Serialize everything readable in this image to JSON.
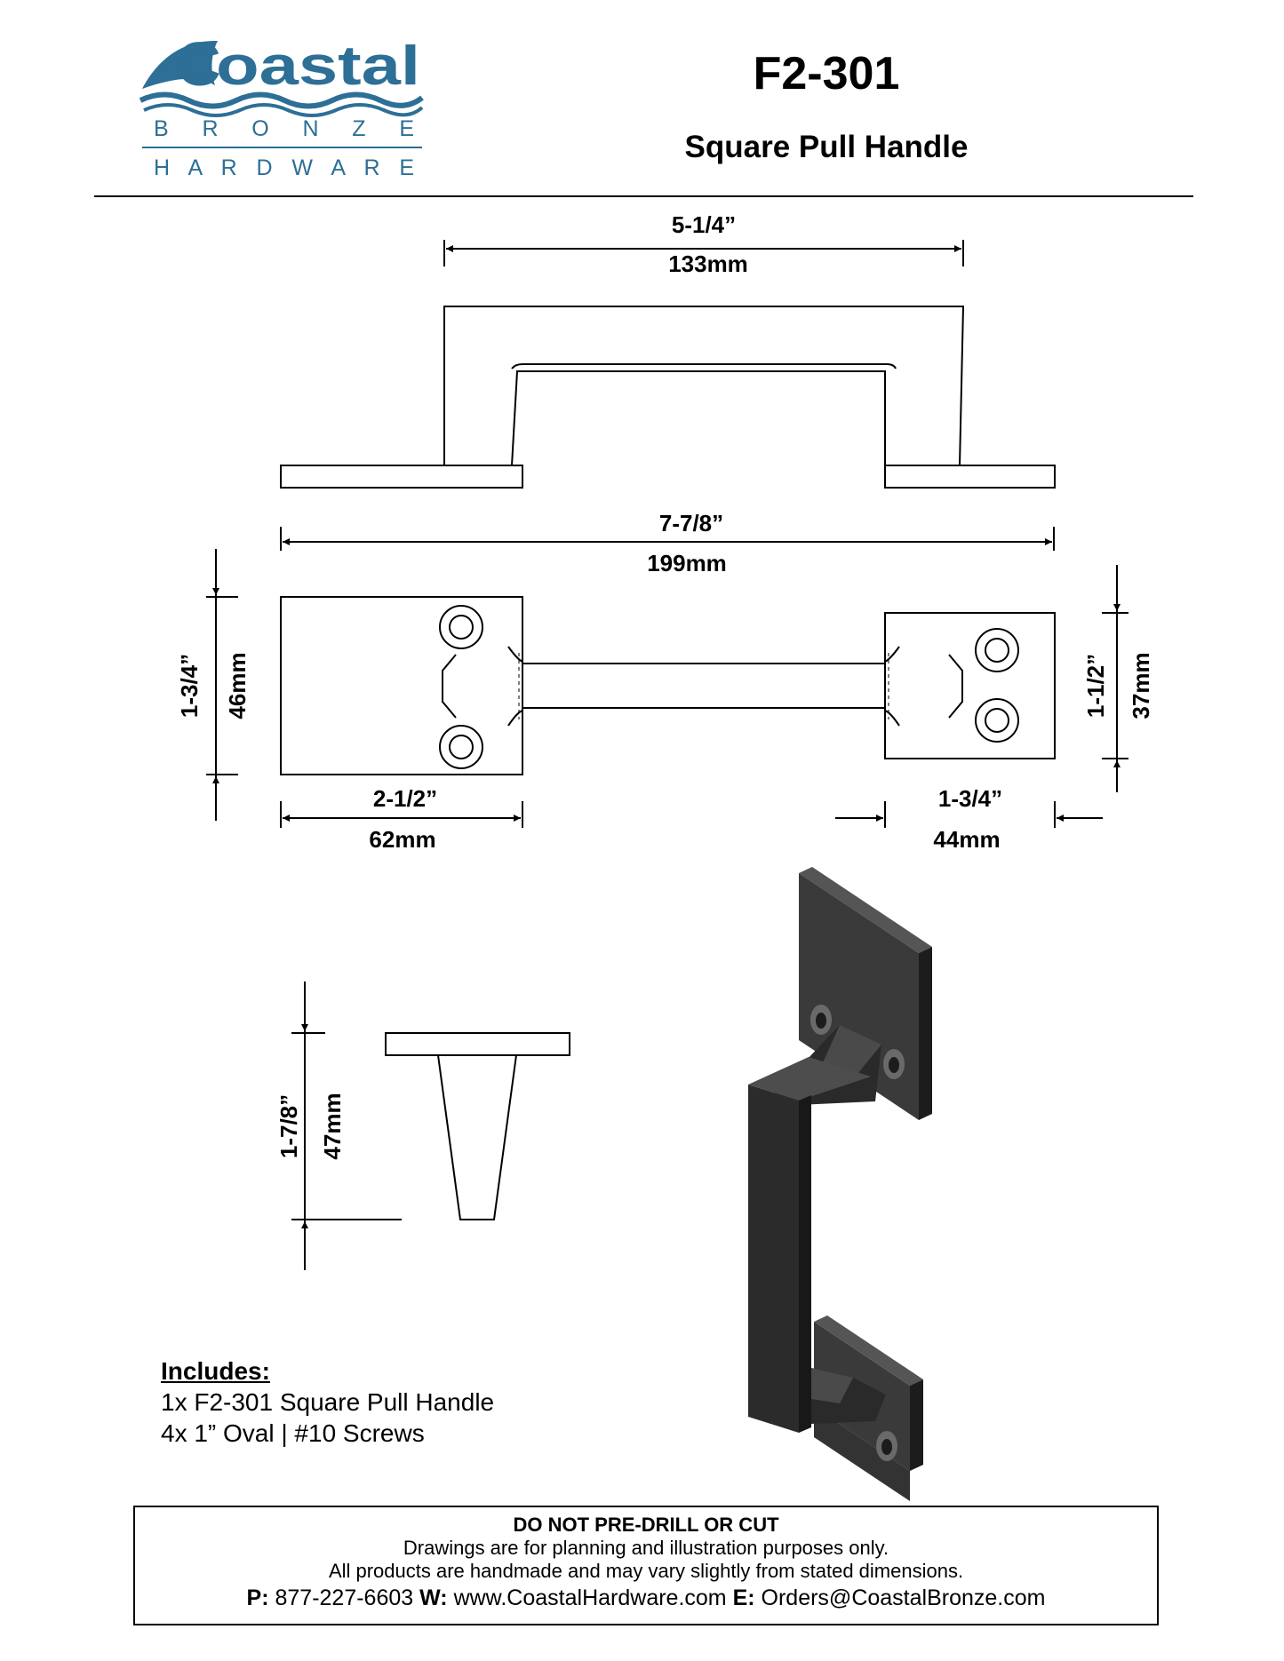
{
  "brand": {
    "name_script": "oastal",
    "name_c": "C",
    "line1": "B R O N Z E",
    "line2": "H A R D W A R E",
    "color_blue": "#2d6f96"
  },
  "header": {
    "model": "F2-301",
    "product_name": "Square Pull Handle"
  },
  "dimensions": {
    "top_width_in": "5-1/4”",
    "top_width_mm": "133mm",
    "overall_in": "7-7/8”",
    "overall_mm": "199mm",
    "left_height_in": "1-3/4”",
    "left_height_mm": "46mm",
    "right_height_in": "1-1/2”",
    "right_height_mm": "37mm",
    "left_plate_in": "2-1/2”",
    "left_plate_mm": "62mm",
    "right_plate_in": "1-3/4”",
    "right_plate_mm": "44mm",
    "projection_in": "1-7/8”",
    "projection_mm": "47mm"
  },
  "includes": {
    "title": "Includes:",
    "items": [
      "1x  F2-301 Square Pull Handle",
      "4x  1” Oval | #10 Screws"
    ]
  },
  "disclaimer": {
    "heading": "DO NOT PRE-DRILL OR CUT",
    "line1": "Drawings are for planning and illustration purposes only.",
    "line2": "All products are handmade and may vary slightly from stated dimensions.",
    "phone_label": "P:",
    "phone": "877-227-6603",
    "web_label": "W:",
    "web": "www.CoastalHardware.com",
    "email_label": "E:",
    "email": "Orders@CoastalBronze.com"
  }
}
